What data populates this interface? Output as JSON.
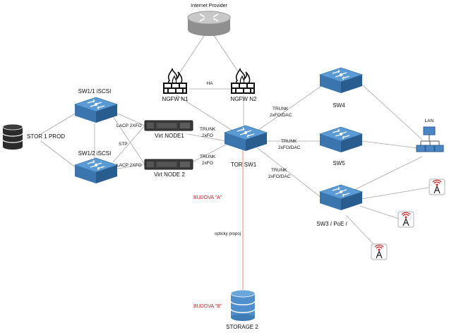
{
  "labels": {
    "internet_provider": "Internet Provider",
    "ha": "HA",
    "ngfw_n1": "NGFW N1",
    "ngfw_n2": "NGFW N2",
    "sw4": "SW4",
    "sw5": "SW5",
    "sw3": "SW3  / PoE /",
    "lan": "LAN",
    "sw11": "SW1/1 iSCSI",
    "sw12": "SW1/2 iSCSI",
    "stor1": "STOR 1 PROD",
    "lacp1": "LACP 2XFO",
    "lacp2": "LACP 2XFO",
    "stp": "STP",
    "virt1": "Virt NODE1",
    "virt2": "Virt NODE 2",
    "trunk_n1_a": "TRUNK",
    "trunk_n1_b": "2xFO",
    "trunk_n2_a": "TRUNK",
    "trunk_n2_b": "2xFO",
    "tor": "TOR SW1",
    "trunk_sw4_a": "TRUNK",
    "trunk_sw4_b": "2xFO/DAC",
    "trunk_sw5_a": "TRUNK",
    "trunk_sw5_b": "2xFO/DAC",
    "trunk_sw3_a": "TRUNK",
    "trunk_sw3_b": "2xFO/DAC",
    "budova_a": "BUDOVA \"A\"",
    "opticky": "opticky propoj",
    "budova_b": "BUDOVA \"B\"",
    "storage2": "STORAGE 2"
  },
  "colors": {
    "switch_top": "#4f90c9",
    "switch_side": "#2d679c",
    "link": "#999999",
    "fiber": "#e0895a",
    "accent_red": "#cc2222"
  }
}
